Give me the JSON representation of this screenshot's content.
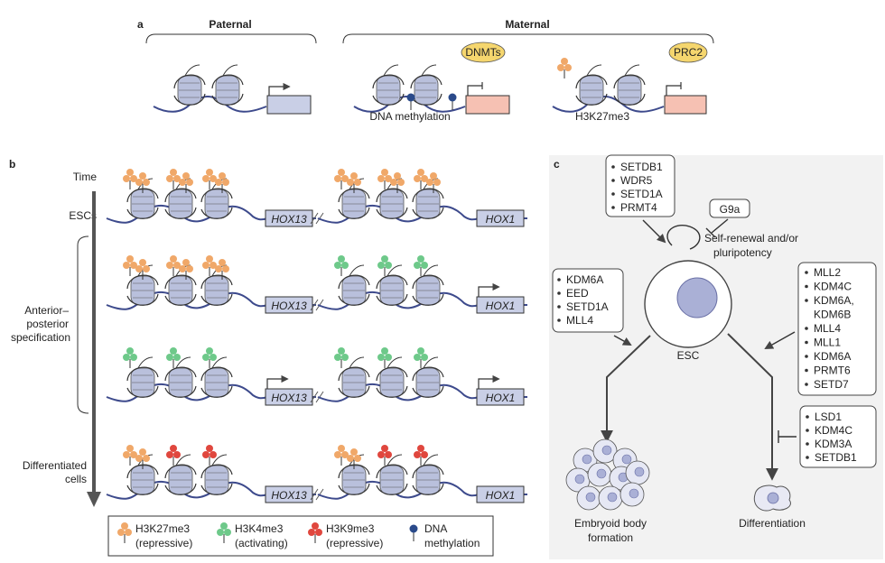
{
  "panel_a": {
    "label": "a",
    "paternal_label": "Paternal",
    "maternal_label": "Maternal",
    "dnmts_label": "DNMTs",
    "prc2_label": "PRC2",
    "dna_methylation_label": "DNA methylation",
    "h3k27me3_label": "H3K27me3"
  },
  "panel_b": {
    "label": "b",
    "time_label": "Time",
    "esc_label": "ESCs",
    "ap_line1": "Anterior–",
    "ap_line2": "posterior",
    "ap_line3": "specification",
    "diff_line1": "Differentiated",
    "diff_line2": "cells",
    "hox13_label": "HOX13",
    "hox1_label": "HOX1"
  },
  "legend": {
    "items": [
      {
        "line1": "H3K27me3",
        "line2": "(repressive)",
        "color": "#f0a869"
      },
      {
        "line1": "H3K4me3",
        "line2": "(activating)",
        "color": "#6ec98a"
      },
      {
        "line1": "H3K9me3",
        "line2": "(repressive)",
        "color": "#e0473e"
      },
      {
        "line1": "DNA",
        "line2": "methylation",
        "color": "#2a4a8a"
      }
    ]
  },
  "panel_c": {
    "label": "c",
    "top_list": [
      "SETDB1",
      "WDR5",
      "SETD1A",
      "PRMT4"
    ],
    "g9a_label": "G9a",
    "self_renewal_line1": "Self-renewal and/or",
    "self_renewal_line2": "pluripotency",
    "left_list": [
      "KDM6A",
      "EED",
      "SETD1A",
      "MLL4"
    ],
    "right_list": [
      "MLL2",
      "KDM4C",
      "KDM6A,",
      "KDM6B",
      "MLL4",
      "MLL1",
      "KDM6A",
      "PRMT6",
      "SETD7"
    ],
    "lower_right_list": [
      "LSD1",
      "KDM4C",
      "KDM3A",
      "SETDB1"
    ],
    "esc_label": "ESC",
    "eb_line1": "Embryoid body",
    "eb_line2": "formation",
    "diff_label": "Differentiation"
  },
  "colors": {
    "h3k27me3": "#f0a869",
    "h3k4me3": "#6ec98a",
    "h3k9me3": "#e0473e",
    "dna_methylation": "#2a4a8a",
    "dna_strand": "#3d4a8c",
    "gene_box": "#c9cfe6",
    "repressed_gene_box": "#f6c1b3",
    "enzyme_badge": "#f5d66e"
  }
}
